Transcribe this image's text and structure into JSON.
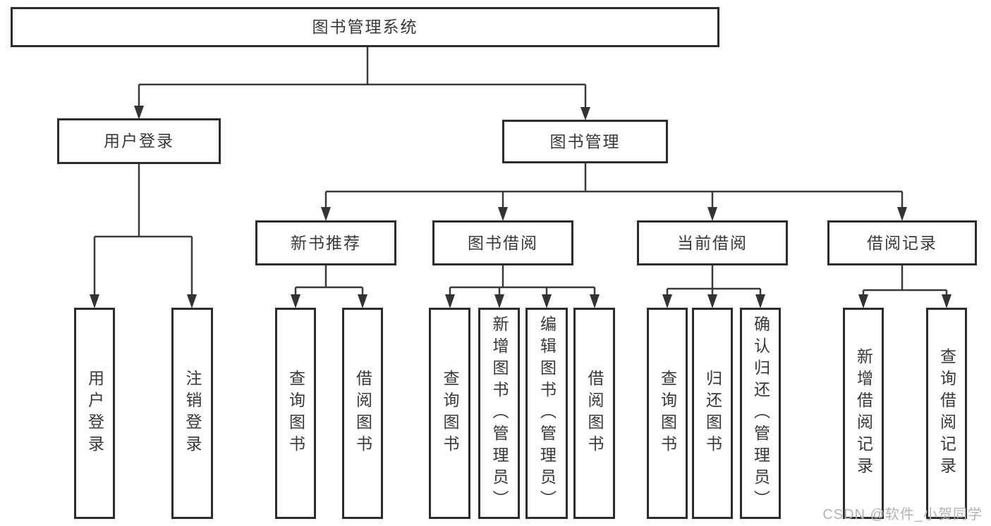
{
  "diagram": {
    "root": "图书管理系统",
    "branches": [
      {
        "label": "用户登录",
        "children": [
          "用户登录",
          "注销登录"
        ]
      },
      {
        "label": "图书管理",
        "sections": [
          {
            "label": "新书推荐",
            "children": [
              "查询图书",
              "借阅图书"
            ]
          },
          {
            "label": "图书借阅",
            "children": [
              "查询图书",
              "新增图书（管理员）",
              "编辑图书（管理员）",
              "借阅图书"
            ]
          },
          {
            "label": "当前借阅",
            "children": [
              "查询图书",
              "归还图书",
              "确认归还（管理员）"
            ]
          },
          {
            "label": "借阅记录",
            "children": [
              "新增借阅记录",
              "查询借阅记录"
            ]
          }
        ]
      }
    ]
  },
  "colors": {
    "line": "#3a3a3a",
    "border": "#2d2d2d",
    "text": "#383838",
    "watermark": "#b3b3b3"
  },
  "watermark": "CSDN @软件_小贺同学"
}
